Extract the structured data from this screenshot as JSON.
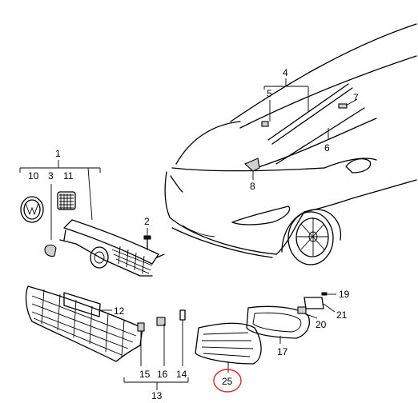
{
  "callouts": {
    "c1": "1",
    "c2": "2",
    "c3": "3",
    "c4": "4",
    "c5": "5",
    "c6": "6",
    "c7": "7",
    "c8": "8",
    "c10": "10",
    "c11": "11",
    "c12": "12",
    "c13": "13",
    "c14": "14",
    "c15": "15",
    "c16": "16",
    "c17": "17",
    "c19": "19",
    "c20": "20",
    "c21": "21",
    "c25": "25"
  },
  "highlight": {
    "callout": "25",
    "color": "#d62828"
  }
}
